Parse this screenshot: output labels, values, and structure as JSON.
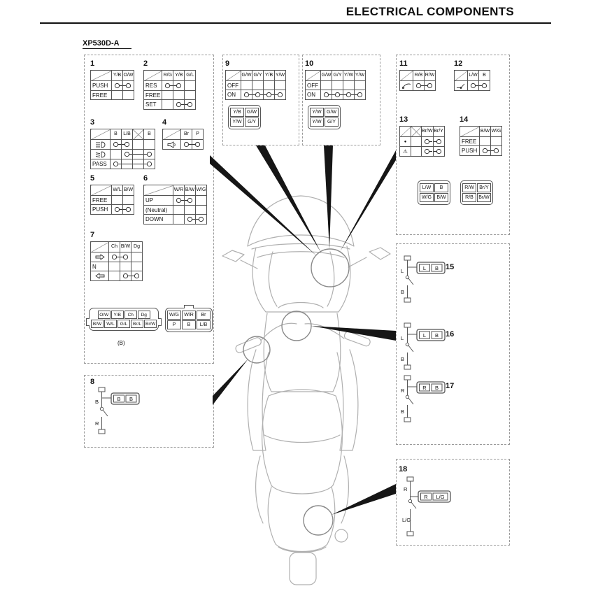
{
  "page": {
    "title": "ELECTRICAL COMPONENTS",
    "model": "XP530D-A"
  },
  "numbers": {
    "n1": "1",
    "n2": "2",
    "n3": "3",
    "n4": "4",
    "n5": "5",
    "n6": "6",
    "n7": "7",
    "n8": "8",
    "n9": "9",
    "n10": "10",
    "n11": "11",
    "n12": "12",
    "n13": "13",
    "n14": "14",
    "n15": "15",
    "n16": "16",
    "n17": "17",
    "n18": "18"
  },
  "labels": {
    "connB_caption": "(B)"
  },
  "switch_tables": {
    "t1": {
      "cols": [
        "Y/B",
        "O/W"
      ],
      "rows": [
        {
          "label": "PUSH",
          "marks": [
            1,
            1
          ]
        },
        {
          "label": "FREE",
          "marks": []
        }
      ]
    },
    "t2": {
      "cols": [
        "R/G",
        "Y/B",
        "G/L"
      ],
      "rows": [
        {
          "label": "RES",
          "marks": [
            1,
            1,
            0
          ]
        },
        {
          "label": "FREE",
          "marks": []
        },
        {
          "label": "SET",
          "marks": [
            0,
            1,
            1
          ]
        }
      ]
    },
    "t3": {
      "cols": [
        "B",
        "L/B",
        "",
        "B"
      ],
      "rows": [
        {
          "icon": "high-beam",
          "marks": [
            1,
            1,
            0,
            0
          ]
        },
        {
          "icon": "low-beam",
          "marks": [
            0,
            1,
            0,
            1
          ]
        },
        {
          "label": "PASS",
          "marks": [
            1,
            0,
            0,
            1
          ]
        }
      ]
    },
    "t4": {
      "cols": [
        "Br",
        "P"
      ],
      "rows": [
        {
          "icon": "horn",
          "marks": [
            1,
            1
          ]
        }
      ]
    },
    "t5": {
      "cols": [
        "W/L",
        "B/W"
      ],
      "rows": [
        {
          "label": "FREE",
          "marks": []
        },
        {
          "label": "PUSH",
          "marks": [
            1,
            1
          ]
        }
      ]
    },
    "t6": {
      "cols": [
        "W/R",
        "B/W",
        "W/G"
      ],
      "rows": [
        {
          "label": "UP",
          "marks": [
            1,
            1,
            0
          ]
        },
        {
          "label": "(Neutral)",
          "marks": []
        },
        {
          "label": "DOWN",
          "marks": [
            0,
            1,
            1
          ]
        }
      ]
    },
    "t7": {
      "cols": [
        "Ch",
        "B/W",
        "Dg"
      ],
      "rows": [
        {
          "icon": "arrow-right",
          "marks": [
            1,
            1,
            0
          ]
        },
        {
          "label": "N",
          "marks": []
        },
        {
          "icon": "arrow-left",
          "marks": [
            0,
            1,
            1
          ]
        }
      ]
    },
    "t9": {
      "cols": [
        "G/W",
        "G/Y",
        "Y/B",
        "Y/W"
      ],
      "rows": [
        {
          "label": "OFF",
          "marks": []
        },
        {
          "label": "ON",
          "marks": [
            1,
            1,
            1,
            1
          ]
        }
      ]
    },
    "t10": {
      "cols": [
        "G/W",
        "G/Y",
        "Y/W",
        "Y/W"
      ],
      "rows": [
        {
          "label": "OFF",
          "marks": []
        },
        {
          "label": "ON",
          "marks": [
            1,
            1,
            1,
            1
          ]
        }
      ]
    },
    "t11": {
      "cols": [
        "R/B",
        "R/W"
      ],
      "rows": [
        {
          "icon": "brake-lever",
          "marks": [
            1,
            1
          ]
        }
      ]
    },
    "t12": {
      "cols": [
        "L/W",
        "B"
      ],
      "rows": [
        {
          "icon": "brake-pedal",
          "marks": [
            1,
            1
          ]
        }
      ]
    },
    "t13": {
      "cols": [
        "",
        "Br/W",
        "Br/Y"
      ],
      "rows": [
        {
          "icon": "dot",
          "marks": [
            0,
            1,
            1
          ]
        },
        {
          "icon": "warning",
          "marks": [
            0,
            1,
            1
          ]
        }
      ]
    },
    "t14": {
      "cols": [
        "B/W",
        "W/G"
      ],
      "rows": [
        {
          "label": "FREE",
          "marks": []
        },
        {
          "label": "PUSH",
          "marks": [
            1,
            1
          ]
        }
      ]
    }
  },
  "grids": {
    "g9": [
      [
        "Y/B",
        "G/W"
      ],
      [
        "Y/W",
        "G/Y"
      ]
    ],
    "g10": [
      [
        "Y/W",
        "G/W"
      ],
      [
        "Y/W",
        "G/Y"
      ]
    ],
    "g13a": [
      [
        "L/W",
        "B"
      ],
      [
        "W/G",
        "B/W"
      ]
    ],
    "g13b": [
      [
        "R/W",
        "Br/Y"
      ],
      [
        "R/B",
        "Br/W"
      ]
    ],
    "connB": [
      [
        "O/W",
        "Y/B",
        "Ch",
        "Dg"
      ],
      [
        "B/W",
        "W/L",
        "G/L",
        "Br/L",
        "Br/W"
      ]
    ],
    "connC": [
      [
        "W/G",
        "W/R",
        "Br"
      ],
      [
        "P",
        "B",
        "L/B"
      ]
    ]
  },
  "circuits": {
    "c8": {
      "top": "B",
      "bottom": "R",
      "box": [
        "B",
        "B"
      ]
    },
    "c15": {
      "top": "L",
      "bottom": "B",
      "box": [
        "L",
        "B"
      ]
    },
    "c16": {
      "top": "L",
      "bottom": "B",
      "box": [
        "L",
        "B"
      ]
    },
    "c17": {
      "top": "R",
      "bottom": "B",
      "box": [
        "R",
        "B"
      ]
    },
    "c18": {
      "top": "R",
      "bottom": "L/G",
      "box": [
        "R",
        "L/G"
      ]
    }
  }
}
